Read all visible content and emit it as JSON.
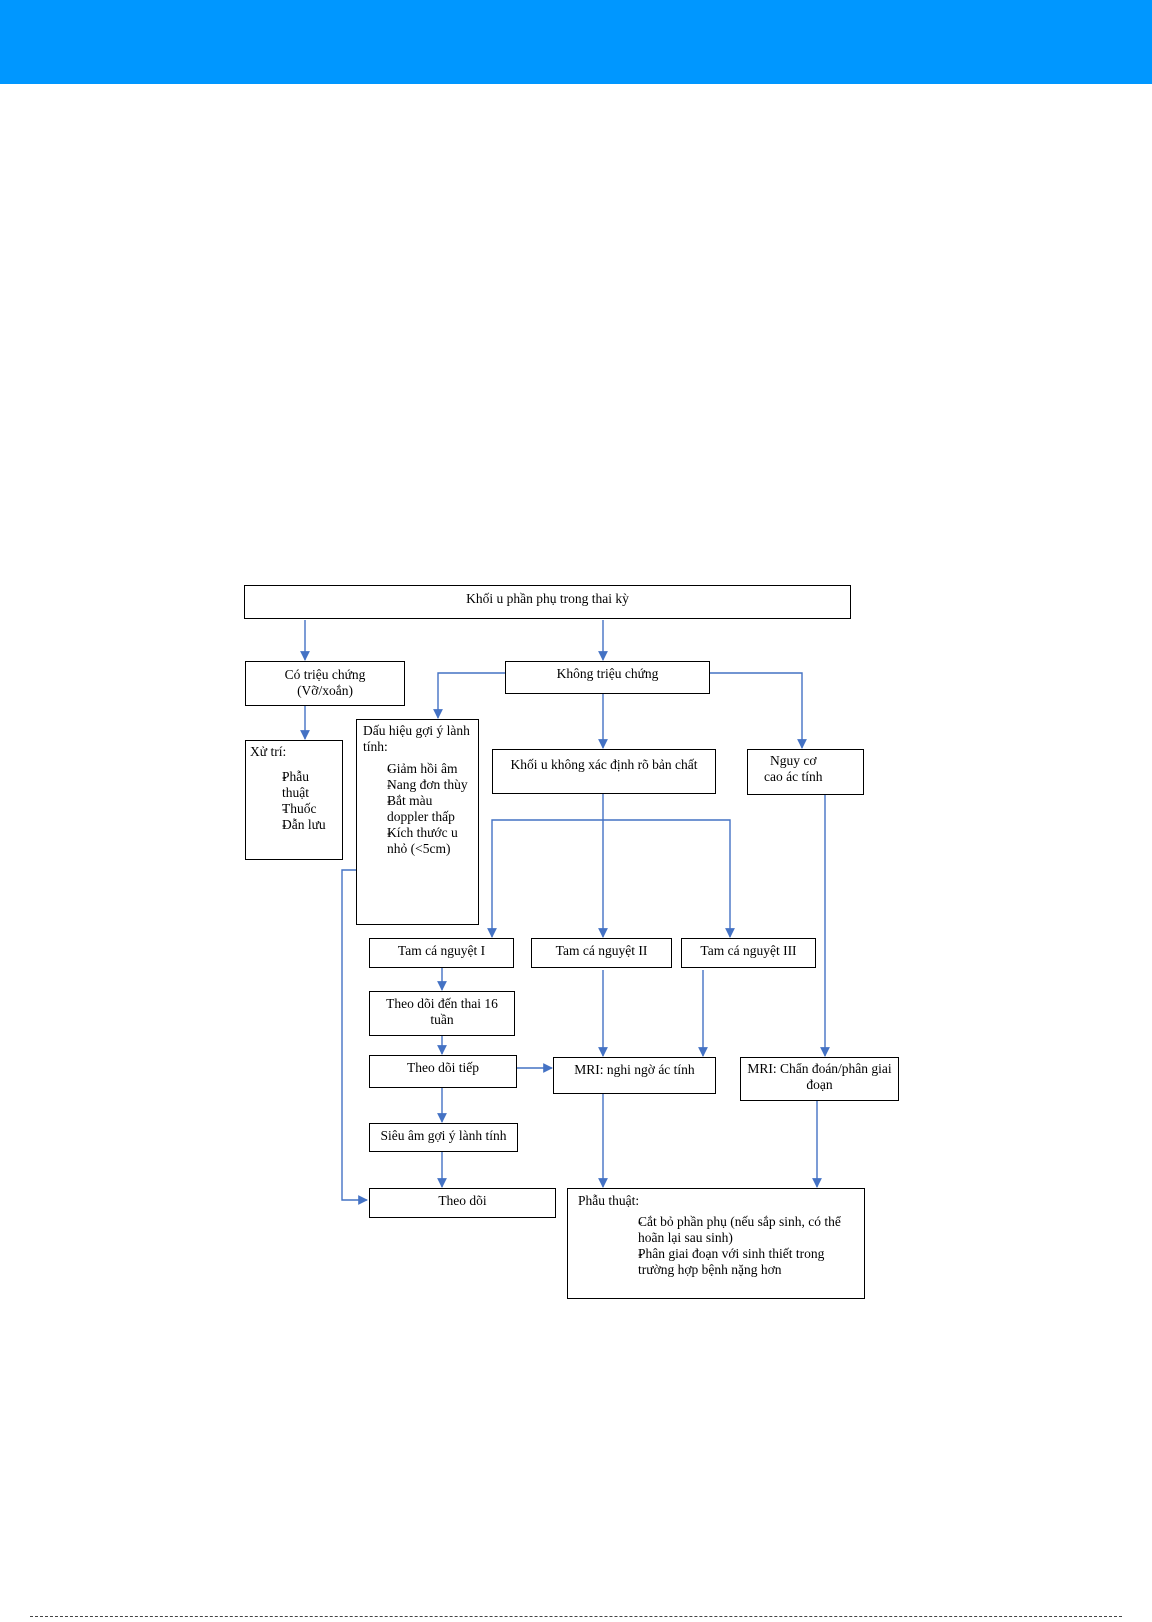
{
  "header": {
    "bar_color": "#0097FF"
  },
  "diagram": {
    "edge_color": "#4472C4",
    "nodes": {
      "root": "Khối u phần phụ trong thai kỳ",
      "symptomatic": [
        "Có triệu chứng",
        "(Vỡ/xoắn)"
      ],
      "management": {
        "title": "Xử trí:",
        "items": [
          "Phẫu thuật",
          "Thuốc",
          "Dẫn lưu"
        ]
      },
      "asymptomatic": "Không triệu chứng",
      "benign_signs": {
        "title": "Dấu hiệu gợi ý lành tính:",
        "items": [
          "Giảm hồi âm",
          "Nang đơn thùy",
          "Bắt màu doppler thấp",
          "Kích thước u nhỏ (<5cm)"
        ]
      },
      "indeterminate": "Khối u không xác định rõ bản chất",
      "high_risk": [
        "Nguy cơ",
        "cao ác tính"
      ],
      "trimester_1": "Tam cá nguyệt I",
      "trimester_2": "Tam cá nguyệt II",
      "trimester_3": "Tam cá nguyệt III",
      "follow_16w": "Theo dõi đến thai 16 tuần",
      "follow_more": "Theo dõi tiếp",
      "mri_suspect": "MRI: nghi ngờ ác tính",
      "mri_stage": "MRI: Chẩn đoán/phân giai đoạn",
      "ultrasound_benign": "Siêu âm gợi ý lành tính",
      "follow": "Theo dõi",
      "surgery": {
        "title": "Phẫu thuật:",
        "items": [
          "Cắt bỏ phần phụ (nếu sắp sinh, có thể hoãn lại sau sinh)",
          "Phân giai đoạn với sinh thiết trong trường hợp bệnh nặng hơn"
        ]
      }
    }
  }
}
